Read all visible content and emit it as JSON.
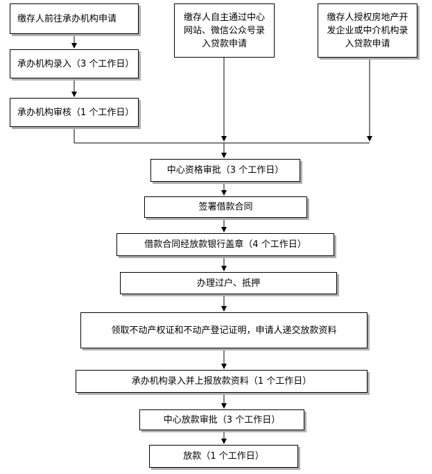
{
  "nodes": {
    "apply_at_agency": "缴存人前往承办机构申请",
    "agency_entry": "承办机构录入（3 个工作日）",
    "agency_review": "承办机构审核（1 个工作日）",
    "self_online": "缴存人自主通过中心网站、微信公众号录入贷款申请",
    "developer_entry": "缴存人授权房地产开发企业或中介机构录入贷款申请",
    "center_approval": "中心资格审批（3 个工作日）",
    "sign_contract": "签署借款合同",
    "bank_seal": "借款合同经放款银行盖章（4 个工作日）",
    "transfer_mortgage": "办理过户、抵押",
    "submit_docs": "领取不动产权证和不动产登记证明，申请人递交放款资料",
    "agency_submit": "承办机构录入并上报放款资料（1 个工作日）",
    "loan_approval": "中心放款审批（3 个工作日）",
    "disbursement": "放款（1 个工作日）"
  },
  "colors": {
    "stroke": "#000000",
    "fill": "#ffffff",
    "shadow": "#b0b0b0"
  }
}
